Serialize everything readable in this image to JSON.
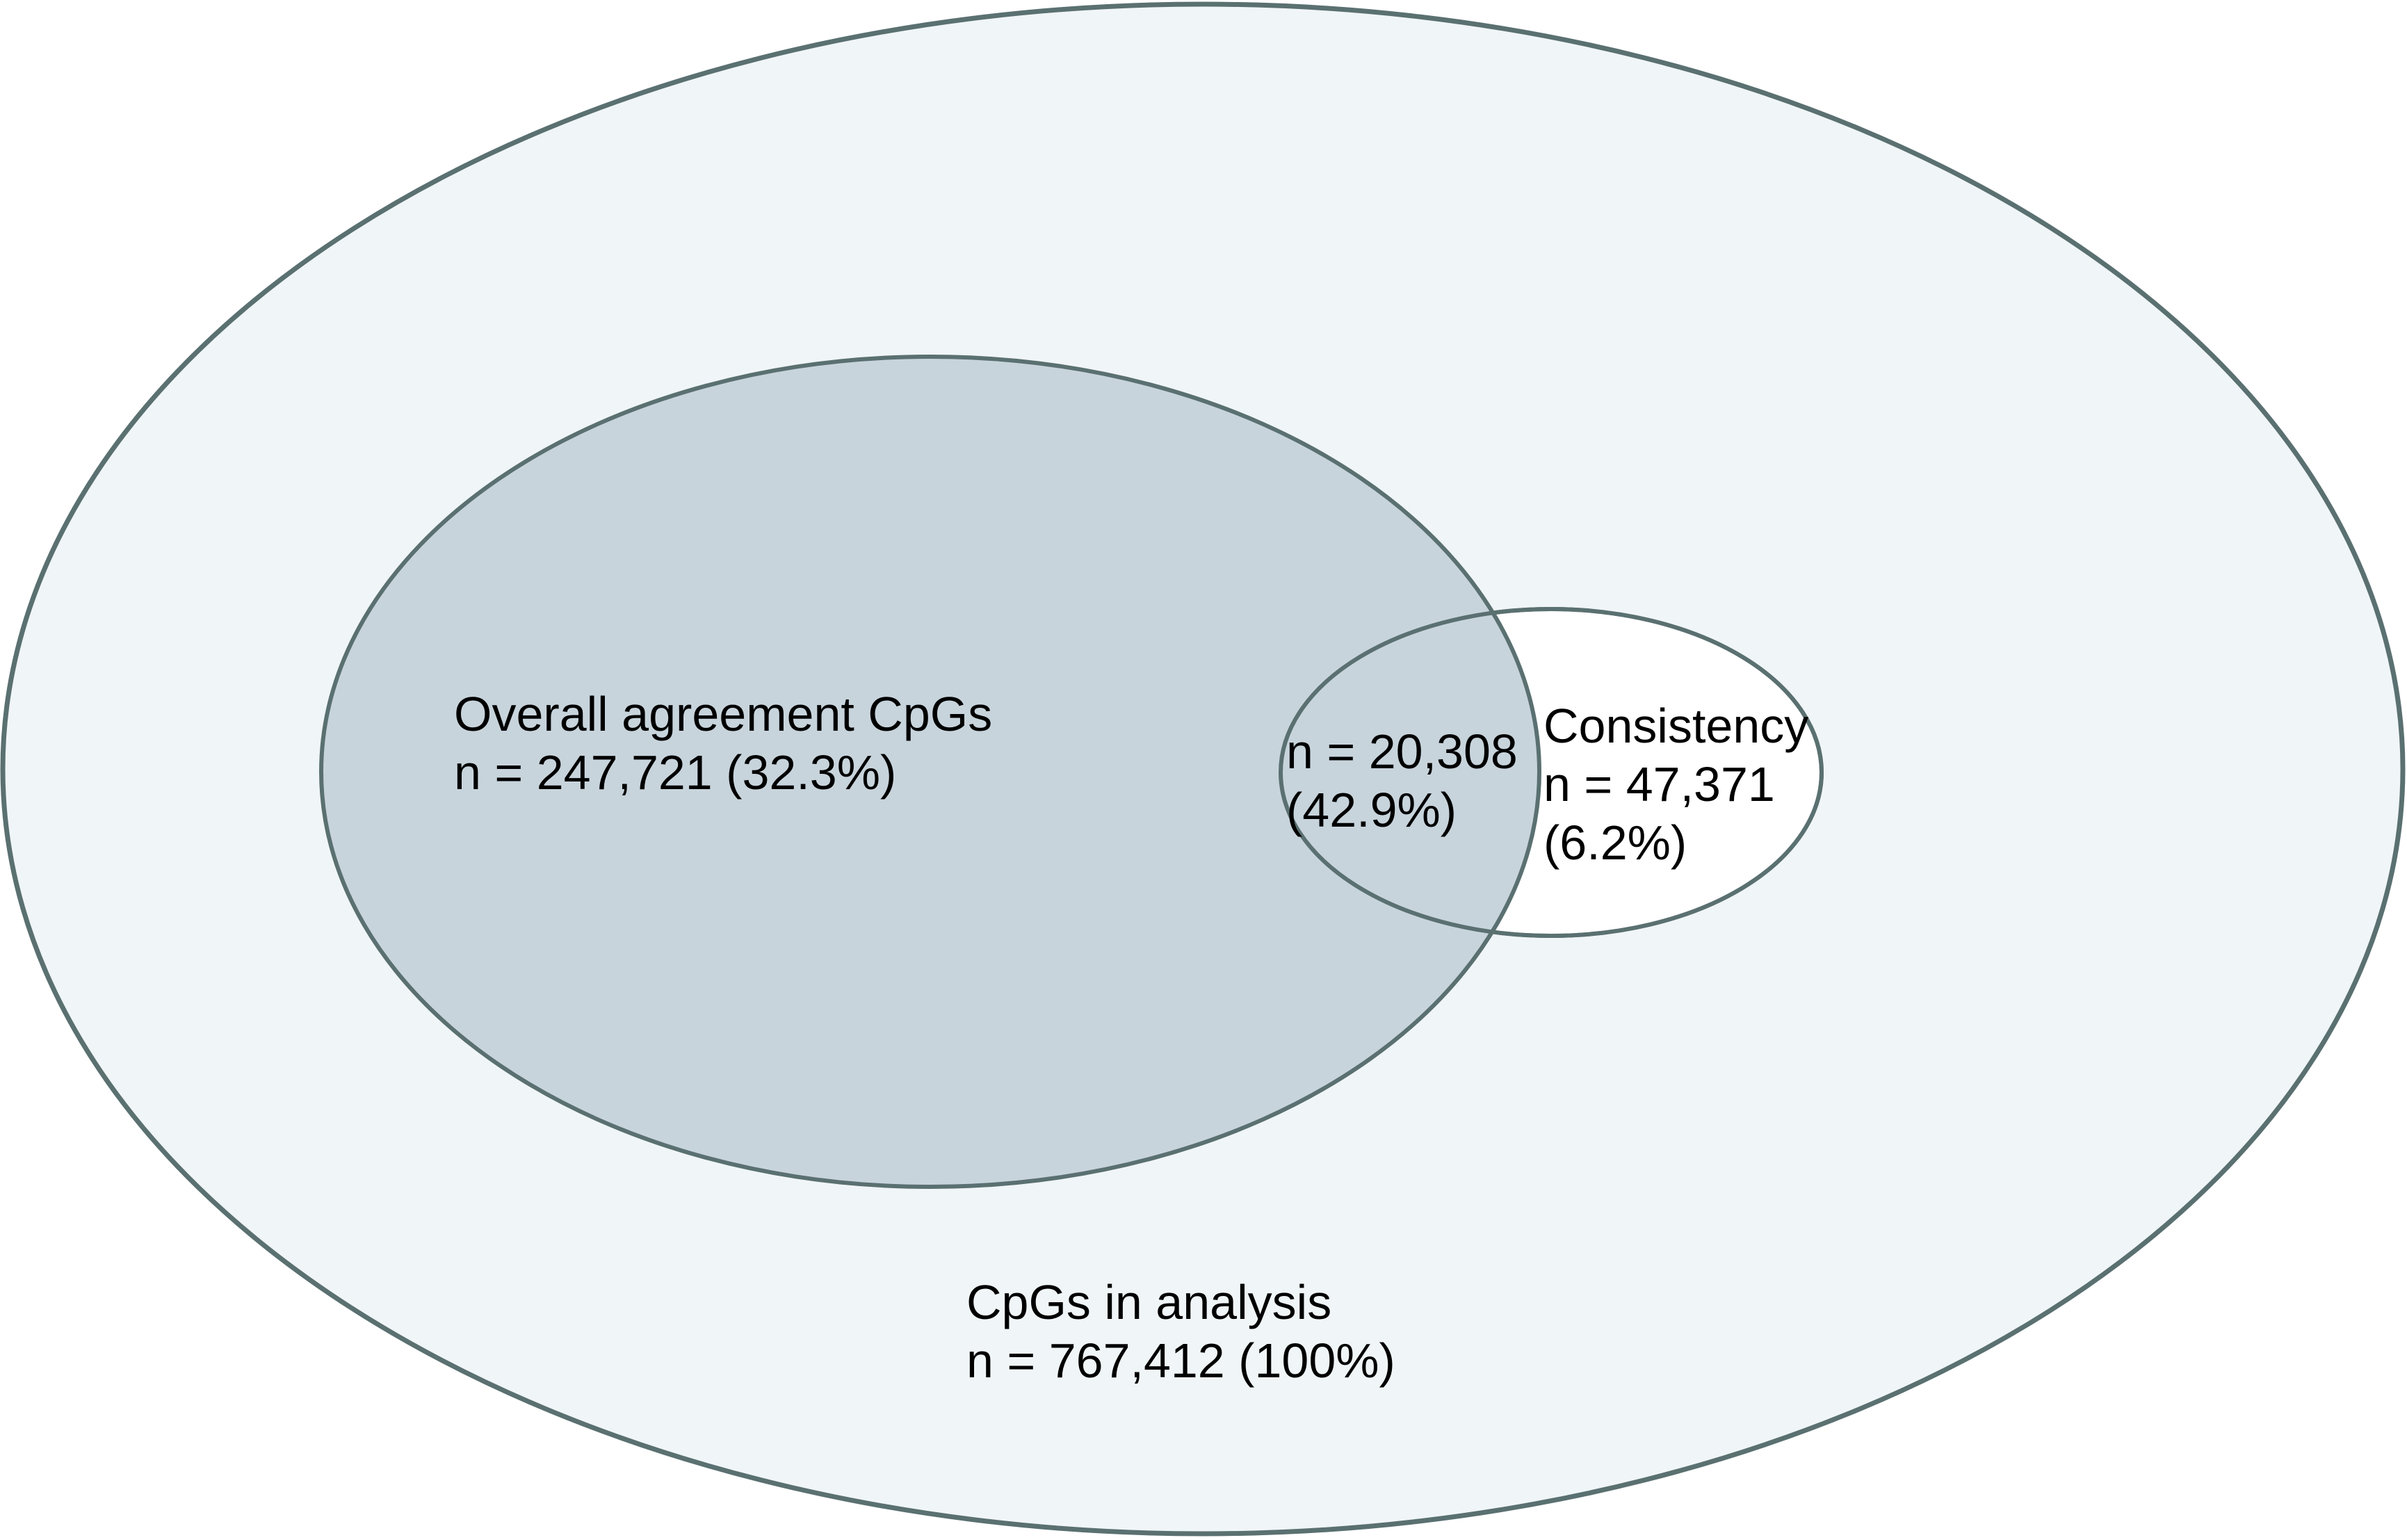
{
  "venn": {
    "outer": {
      "line1": "CpGs in analysis",
      "line2": "n = 767,412 (100%)"
    },
    "overall": {
      "line1": "Overall agreement CpGs",
      "line2": "n = 247,721 (32.3%)"
    },
    "intersection": {
      "line1": "n = 20,308",
      "line2": "(42.9%)"
    },
    "consistency": {
      "line1": "Consistency",
      "line2": "n = 47,371",
      "line3": "(6.2%)"
    }
  },
  "colors": {
    "background": "#ffffff",
    "outline": "#5a7071",
    "outer_fill": "#f0f5f7",
    "overall_fill": "#c8d4dc",
    "consistency_fill": "#ffffff",
    "text": "#000000"
  },
  "chart_data": {
    "type": "venn",
    "title": "",
    "sets": [
      {
        "label": "CpGs in analysis",
        "n": 767412,
        "percent": "100%"
      },
      {
        "label": "Overall agreement CpGs",
        "n": 247721,
        "percent": "32.3%"
      },
      {
        "label": "Consistency",
        "n": 47371,
        "percent": "6.2%"
      },
      {
        "label": "Overall agreement CpGs ∩ Consistency",
        "n": 20308,
        "percent": "42.9%"
      }
    ]
  }
}
